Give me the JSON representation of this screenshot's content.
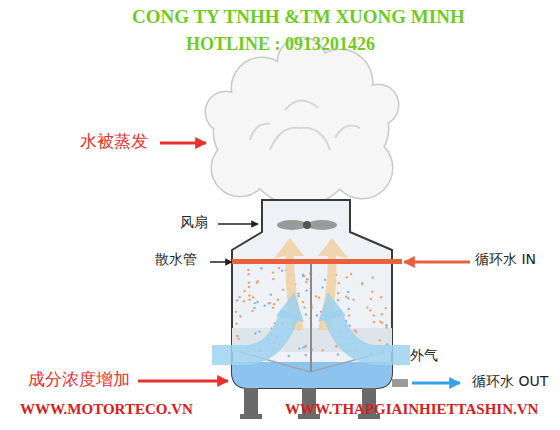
{
  "diagram": {
    "labels": [
      "CONG TY TNHH &TM XUONG MINH",
      "HOTLINE : 0913201426",
      "水被蒸发",
      "风扇",
      "散水管",
      "循环水 IN",
      "外气",
      "循环水 OUT",
      "成分浓度增加",
      "WWW.MOTORTECO.VN",
      "WWW.THAPGIAINHIETTASHIN.VN"
    ]
  }
}
